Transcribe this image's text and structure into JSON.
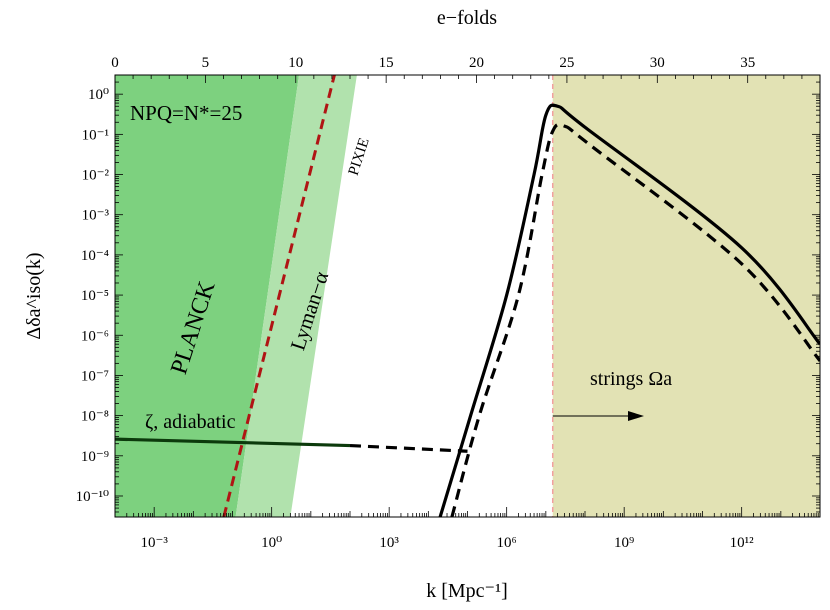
{
  "chart_data": {
    "type": "line",
    "x_scale": "log",
    "y_scale": "log",
    "xlabel": "k [Mpc⁻¹]",
    "ylabel": "Δδa^iso(k)",
    "x2label": "e−folds",
    "xlim": [
      0.0001,
      100000000000000.0
    ],
    "ylim": [
      3e-11,
      3
    ],
    "x2lim": [
      0,
      39
    ],
    "x_ticks": [
      {
        "value": 0.001,
        "label": "10⁻³"
      },
      {
        "value": 1,
        "label": "10⁰"
      },
      {
        "value": 1000,
        "label": "10³"
      },
      {
        "value": 1000000,
        "label": "10⁶"
      },
      {
        "value": 1000000000,
        "label": "10⁹"
      },
      {
        "value": 1000000000000,
        "label": "10¹²"
      }
    ],
    "x2_ticks": [
      {
        "value": 0,
        "label": "0"
      },
      {
        "value": 5,
        "label": "5"
      },
      {
        "value": 10,
        "label": "10"
      },
      {
        "value": 15,
        "label": "15"
      },
      {
        "value": 20,
        "label": "20"
      },
      {
        "value": 25,
        "label": "25"
      },
      {
        "value": 30,
        "label": "30"
      },
      {
        "value": 35,
        "label": "35"
      }
    ],
    "y_ticks": [
      {
        "value": 1,
        "label": "10⁰"
      },
      {
        "value": 0.1,
        "label": "10⁻¹"
      },
      {
        "value": 0.01,
        "label": "10⁻²"
      },
      {
        "value": 0.001,
        "label": "10⁻³"
      },
      {
        "value": 0.0001,
        "label": "10⁻⁴"
      },
      {
        "value": 1e-05,
        "label": "10⁻⁵"
      },
      {
        "value": 1e-06,
        "label": "10⁻⁶"
      },
      {
        "value": 1e-07,
        "label": "10⁻⁷"
      },
      {
        "value": 1e-08,
        "label": "10⁻⁸"
      },
      {
        "value": 1e-09,
        "label": "10⁻⁹"
      },
      {
        "value": 1e-10,
        "label": "10⁻¹⁰"
      }
    ],
    "regions": [
      {
        "name": "PLANCK",
        "color": "#7dd17f",
        "upper_left": [
          0.0001,
          3
        ],
        "upper_right": [
          5,
          3
        ],
        "lower_right": [
          0.12,
          3e-11
        ]
      },
      {
        "name": "Lyman−α",
        "color": "#b1e2ad",
        "upper_left": [
          5,
          3
        ],
        "upper_right": [
          150,
          3
        ],
        "lower_right": [
          3,
          3e-11
        ]
      },
      {
        "name": "strings Ωa",
        "color": "#e2e2b4",
        "k_start": 15000000
      }
    ],
    "pixie_line": {
      "name": "PIXIE",
      "color": "#b01414",
      "points": [
        [
          0.06,
          3e-11
        ],
        [
          40,
          3
        ]
      ]
    },
    "string_boundary": {
      "k": 15000000,
      "color": "#f2a0a0"
    },
    "series": [
      {
        "name": "ζ, adiabatic",
        "style": "solid",
        "color": "#0c3a0c",
        "points": [
          [
            0.0001,
            2.6e-09
          ],
          [
            100,
            1.8e-09
          ]
        ]
      },
      {
        "style": "dashed",
        "color": "#000000",
        "points": [
          [
            100,
            1.8e-09
          ],
          [
            100000,
            1.3e-09
          ]
        ]
      },
      {
        "style": "solid",
        "color": "#000000",
        "points": [
          [
            20000,
            3e-11
          ],
          [
            120000,
            1e-08
          ],
          [
            1000000,
            1e-05
          ],
          [
            5000000,
            0.01
          ],
          [
            10000000,
            0.3
          ],
          [
            20000000,
            0.5
          ],
          [
            100000000,
            0.15
          ],
          [
            1000000000000,
            0.00015
          ],
          [
            100000000000000,
            6e-07
          ]
        ]
      },
      {
        "style": "dashed",
        "color": "#000000",
        "points": [
          [
            40000,
            3e-11
          ],
          [
            200000,
            1e-08
          ],
          [
            2000000,
            1e-05
          ],
          [
            8000000,
            0.01
          ],
          [
            15000000,
            0.12
          ],
          [
            30000000,
            0.16
          ],
          [
            150000000,
            0.05
          ],
          [
            1000000000000,
            6e-05
          ],
          [
            100000000000000,
            2.3e-07
          ]
        ]
      }
    ],
    "annotations": [
      {
        "text": "PLANCK",
        "color": "#000000"
      },
      {
        "text": "Lyman−α",
        "color": "#000000"
      },
      {
        "text": "PIXIE",
        "color": "#b01414"
      },
      {
        "text": "ζ, adiabatic",
        "color": "#000000"
      },
      {
        "text": "NPQ=N*=25",
        "color": "#000000"
      },
      {
        "text": "strings Ωa",
        "color": "#000000"
      }
    ]
  }
}
